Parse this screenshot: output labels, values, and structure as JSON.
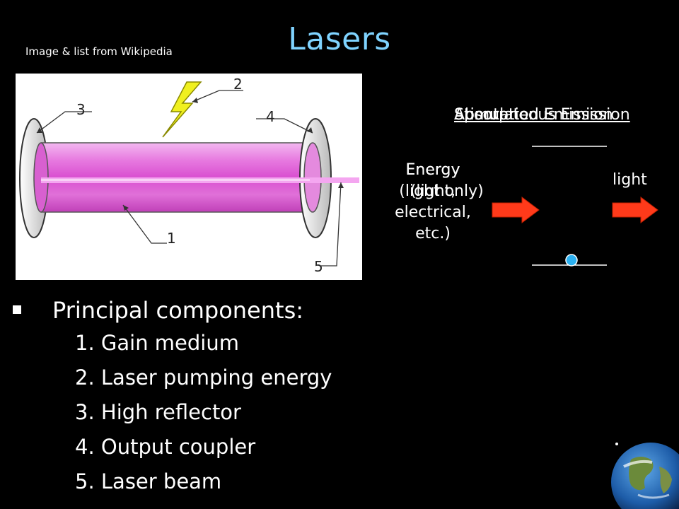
{
  "title": "Lasers",
  "credit": "Image & list from Wikipedia",
  "diagram": {
    "callouts": [
      "1",
      "2",
      "3",
      "4",
      "5"
    ]
  },
  "overlay_titles": [
    "Absorption",
    "Spontaneous Emission",
    "Stimulated Emission"
  ],
  "energy_labels": {
    "energy": "Energy",
    "light_only": "(light only)",
    "light_or": "(light,",
    "electrical": "electrical,",
    "etc": "etc.)"
  },
  "light_label": "light",
  "components": {
    "heading": "Principal components:",
    "items": [
      "1. Gain medium",
      "2. Laser pumping energy",
      "3. High reflector",
      "4. Output coupler",
      "5. Laser beam"
    ]
  },
  "colors": {
    "title": "#7fd3ff",
    "arrow": "#ff3a1a",
    "electron": "#2bb0f0",
    "tube": "#e060d8",
    "bolt": "#f0f020"
  }
}
